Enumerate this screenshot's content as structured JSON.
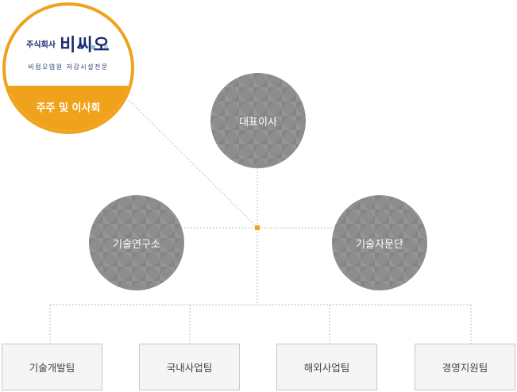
{
  "logo": {
    "company_type": "주식회사",
    "brand": "비씨오",
    "tagline": "비점오염원 저감시설전문",
    "shareholders": "주주 및 이사회"
  },
  "roles": {
    "ceo": "대표이사",
    "research": "기술연구소",
    "consulting": "기술자문단"
  },
  "departments": [
    "기술개발팀",
    "국내사업팀",
    "해외사업팀",
    "경영지원팀"
  ],
  "colors": {
    "accent": "#f0a21a",
    "node": "#8d8d8d",
    "line": "#c0c0c0",
    "brand": "#1e2a6c"
  }
}
